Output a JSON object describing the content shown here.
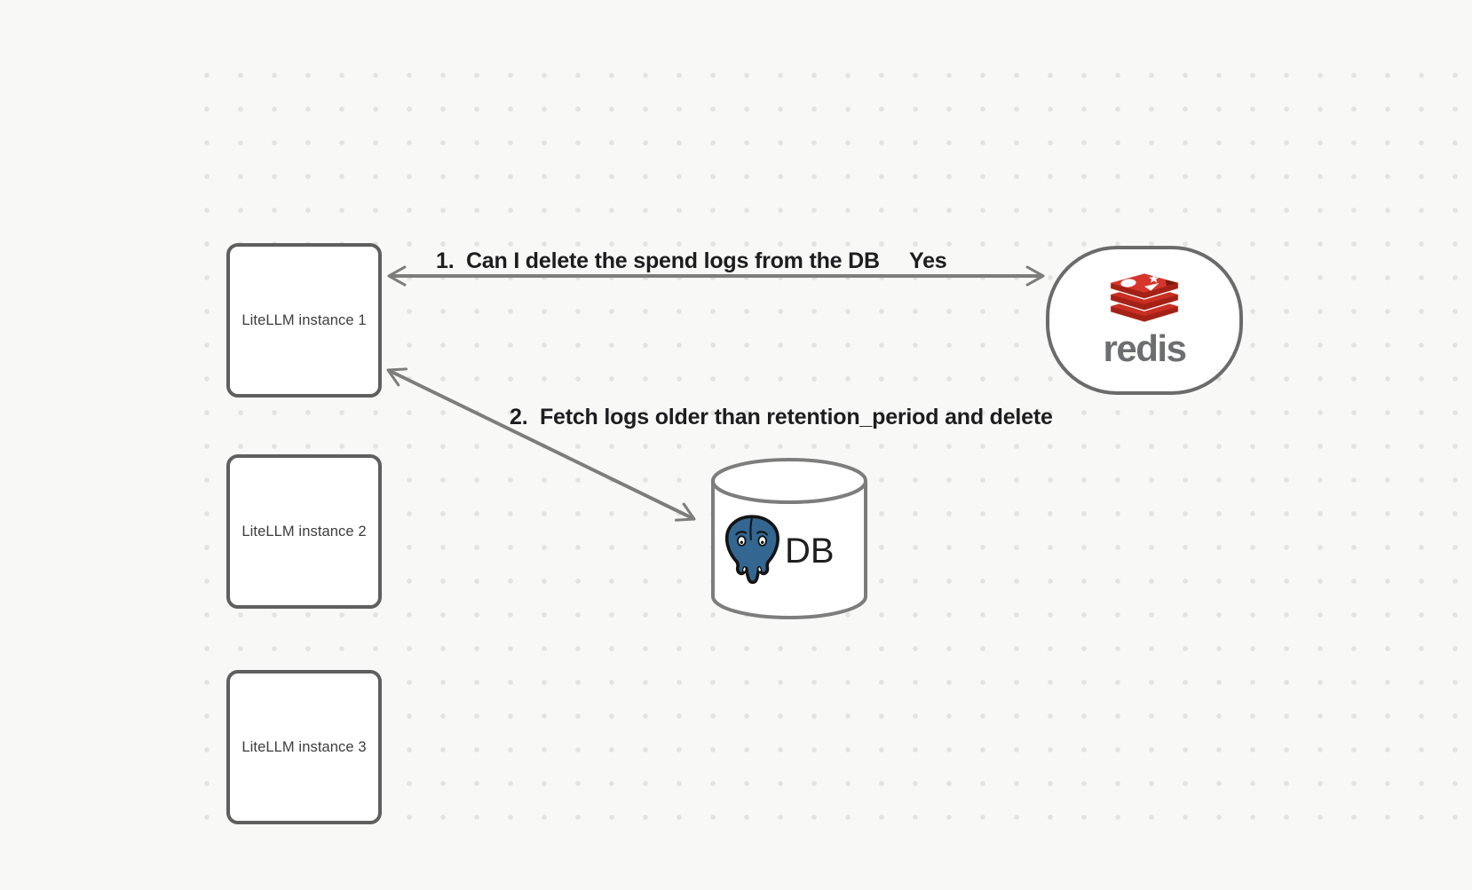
{
  "nodes": {
    "litellm1": {
      "label": "LiteLLM instance 1"
    },
    "litellm2": {
      "label": "LiteLLM instance 2"
    },
    "litellm3": {
      "label": "LiteLLM instance 3"
    },
    "redis": {
      "wordmark": "redis",
      "icon": "redis-logo-icon"
    },
    "db": {
      "label": "DB",
      "icon": "postgresql-logo-icon"
    }
  },
  "edges": {
    "redis_question": {
      "label": "1.  Can I delete the spend logs from the DB",
      "response": "Yes"
    },
    "db_action": {
      "label": "2.  Fetch logs older than retention_period and delete"
    }
  },
  "colors": {
    "background": "#f8f8f7",
    "grid_dot": "#e5e3e1",
    "node_border": "#5f5f5f",
    "node_fill": "#ffffff",
    "arrow": "#7d7d7d",
    "edge_label_text": "#1d1d1f",
    "node_label_text": "#3c3c3c",
    "redis_red": "#c92f22",
    "redis_dark_red": "#a42116",
    "redis_wordmark_gray": "#6d6e71",
    "postgres_blue": "#336791",
    "db_text": "#1f1f1f"
  }
}
